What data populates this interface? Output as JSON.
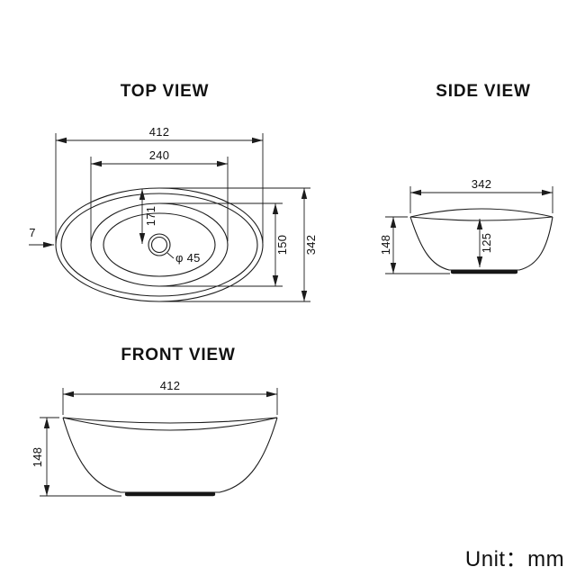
{
  "colors": {
    "ink": "#1c1c1c",
    "background": "#ffffff"
  },
  "unit": {
    "label": "Unit：mm"
  },
  "top_view": {
    "title": "TOP VIEW",
    "dim_overall_width": "412",
    "dim_opening_width": "240",
    "dim_rim_to_center": "171",
    "dim_opening_height": "150",
    "dim_overall_height": "342",
    "dim_rim_edge_width": "7",
    "dim_drain_diameter": "φ 45"
  },
  "side_view": {
    "title": "SIDE VIEW",
    "dim_overall_width": "342",
    "dim_height": "148",
    "dim_inner_depth": "125"
  },
  "front_view": {
    "title": "FRONT VIEW",
    "dim_overall_width": "412",
    "dim_height": "148"
  }
}
